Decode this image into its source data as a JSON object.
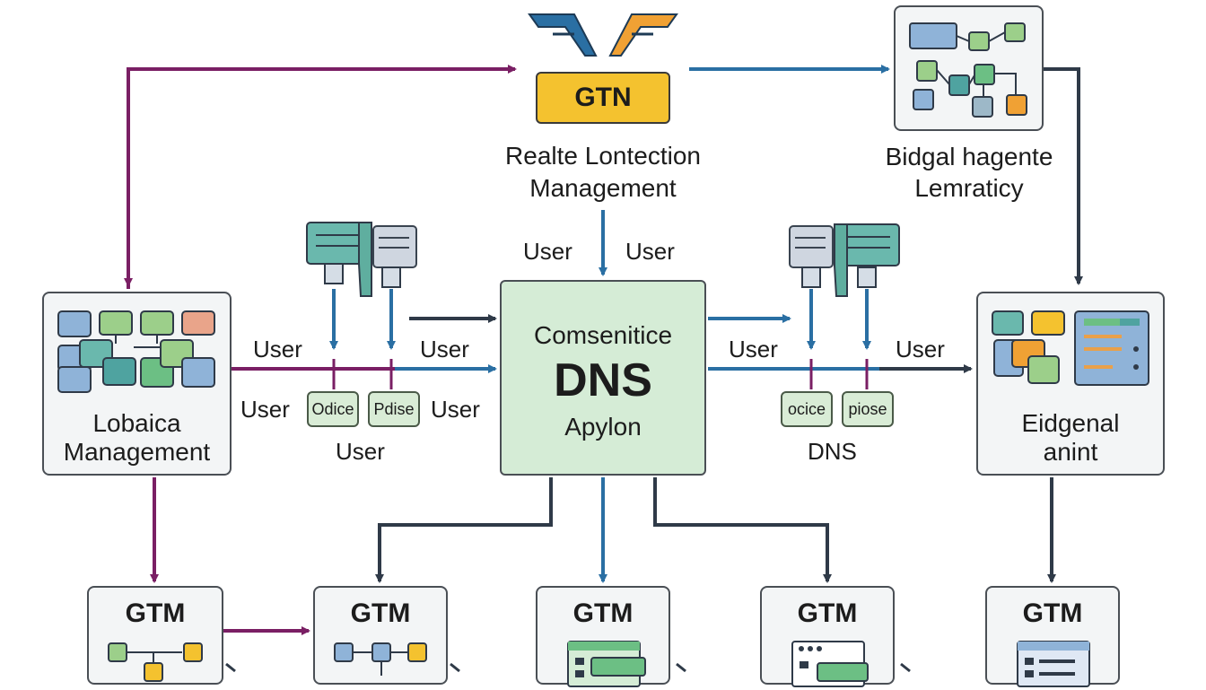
{
  "top": {
    "gtn_label": "GTN",
    "caption_line1": "Realte Lontection",
    "caption_line2": "Management",
    "user_left": "User",
    "user_right": "User"
  },
  "top_right": {
    "line1": "Bidgal hagente",
    "line2": "Lemraticy"
  },
  "left": {
    "line1": "Lobaica",
    "line2": "Management",
    "user_top": "User",
    "user_bottom": "User"
  },
  "center": {
    "line1": "Comsenitice",
    "title": "DNS",
    "line3": "Apylon"
  },
  "left_cluster": {
    "user_top_right": "User",
    "user_right": "User",
    "user_bottom": "User",
    "pill_1": "Odice",
    "pill_2": "Pdise"
  },
  "right_cluster": {
    "user_left": "User",
    "user_right": "User",
    "caption": "DNS",
    "pill_1": "ocice",
    "pill_2": "piose"
  },
  "right": {
    "line1": "Eidgenal",
    "line2": "anint"
  },
  "bottom_cards": [
    {
      "title": "GTM"
    },
    {
      "title": "GTM"
    },
    {
      "title": "GTM"
    },
    {
      "title": "GTM"
    },
    {
      "title": "GTM"
    }
  ],
  "colors": {
    "purple": "#7a1f64",
    "blue": "#2a6fa3",
    "dark": "#2f3a48",
    "gtn_yellow": "#f4c22f",
    "dns_green": "#d5ecd6"
  }
}
